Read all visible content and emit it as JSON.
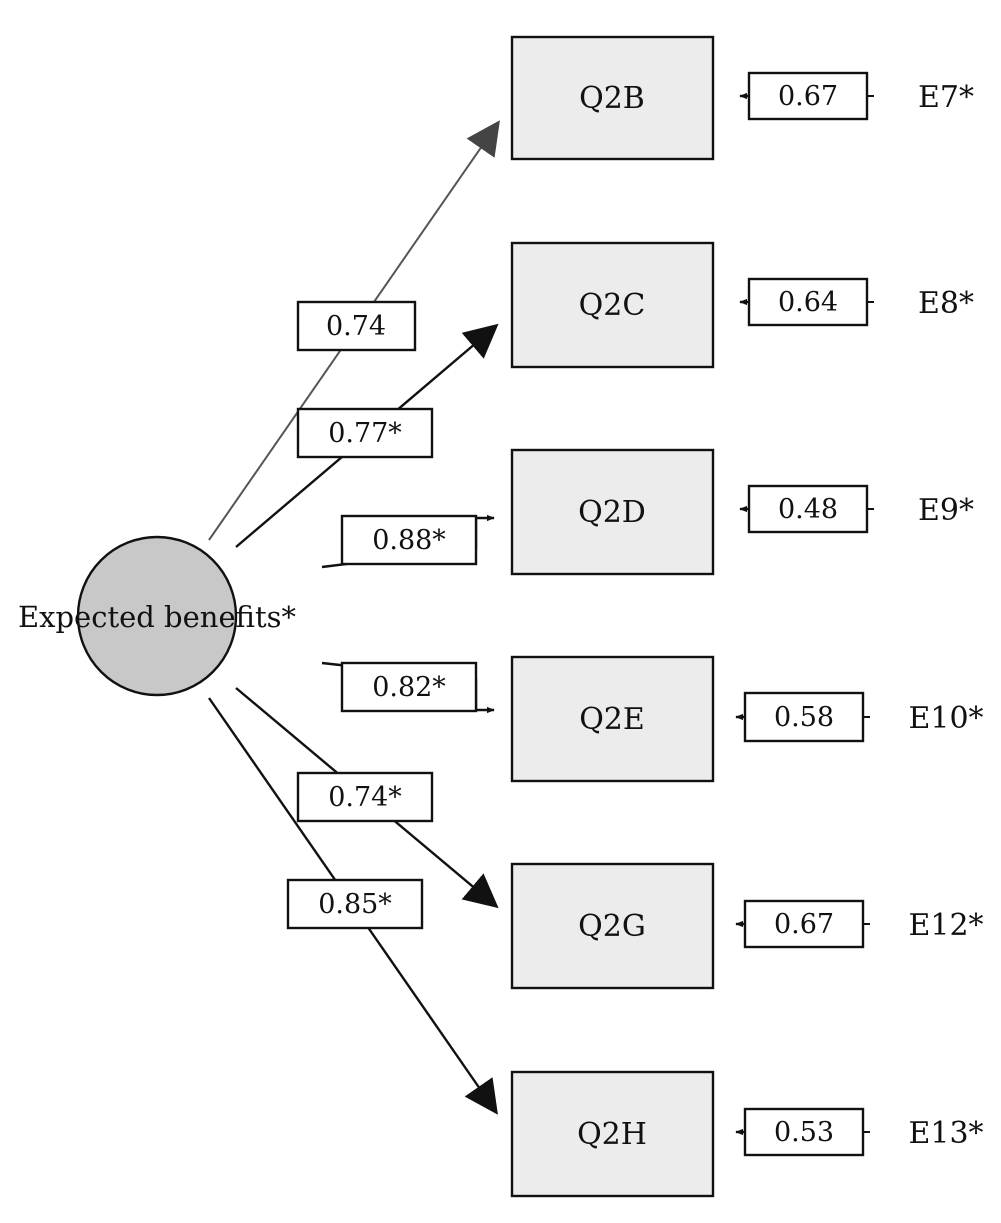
{
  "factor": {
    "label": "Expected benefits*"
  },
  "indicators": [
    {
      "id": "Q2B",
      "label": "Q2B",
      "loading": "0.74",
      "residual": "0.67",
      "error": "E7*"
    },
    {
      "id": "Q2C",
      "label": "Q2C",
      "loading": "0.77*",
      "residual": "0.64",
      "error": "E8*"
    },
    {
      "id": "Q2D",
      "label": "Q2D",
      "loading": "0.88*",
      "residual": "0.48",
      "error": "E9*"
    },
    {
      "id": "Q2E",
      "label": "Q2E",
      "loading": "0.82*",
      "residual": "0.58",
      "error": "E10*"
    },
    {
      "id": "Q2G",
      "label": "Q2G",
      "loading": "0.74*",
      "residual": "0.67",
      "error": "E12*"
    },
    {
      "id": "Q2H",
      "label": "Q2H",
      "loading": "0.85*",
      "residual": "0.53",
      "error": "E13*"
    }
  ],
  "colors": {
    "factor_fill": "#c8c8c8",
    "indicator_fill": "#ececec",
    "stroke": "#111111",
    "first_path": "#555555"
  }
}
